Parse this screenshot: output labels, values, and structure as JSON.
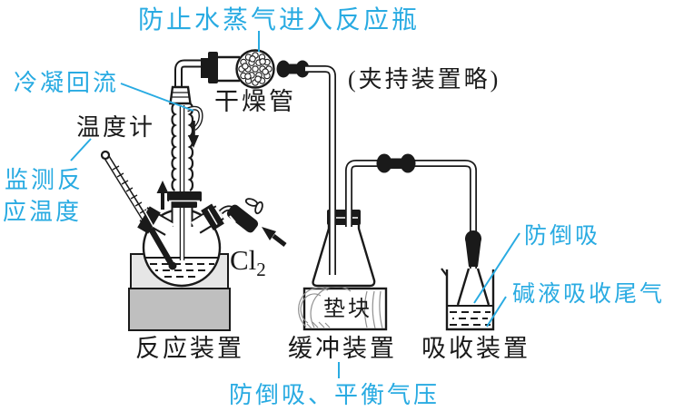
{
  "colors": {
    "accent": "#29abe2",
    "ink": "#1a1a1a",
    "mantle_light": "#e6e6e6",
    "mantle_dark": "#bfbfbf",
    "pad_text": "#3f3f3f"
  },
  "annotations": {
    "prevent_vapor": "防止水蒸气进入反应瓶",
    "reflux": "冷凝回流",
    "monitor_line1": "监测反",
    "monitor_line2": "应温度",
    "anti_suckback_right": "防倒吸",
    "alkali_absorb": "碱液吸收尾气",
    "anti_suckback_balance": "防倒吸、平衡气压"
  },
  "labels": {
    "thermometer": "温度计",
    "drying_tube": "干燥管",
    "clamp_note": "(夹持装置略)",
    "gas_main": "Cl",
    "gas_sub": "2",
    "pad": "垫块",
    "reaction_device": "反应装置",
    "buffer_device": "缓冲装置",
    "absorption_device": "吸收装置"
  }
}
